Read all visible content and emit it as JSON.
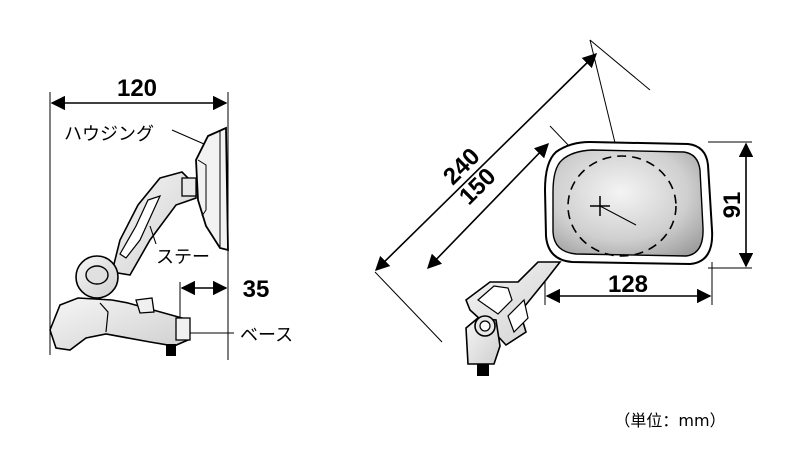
{
  "side_view": {
    "width_dim": "120",
    "stay_offset_dim": "35",
    "labels": {
      "housing": "ハウジング",
      "stay": "ステー",
      "base": "ベース"
    }
  },
  "front_view": {
    "overall_length_dim": "240",
    "stay_length_dim": "150",
    "mirror_width_dim": "128",
    "mirror_height_dim": "91"
  },
  "unit_note": "（単位：mm）",
  "colors": {
    "line": "#000000",
    "mirror_glass_center": "#f0f0f0",
    "mirror_glass_edge": "#a8a8a8",
    "body_shade": "#e6e6e6"
  }
}
